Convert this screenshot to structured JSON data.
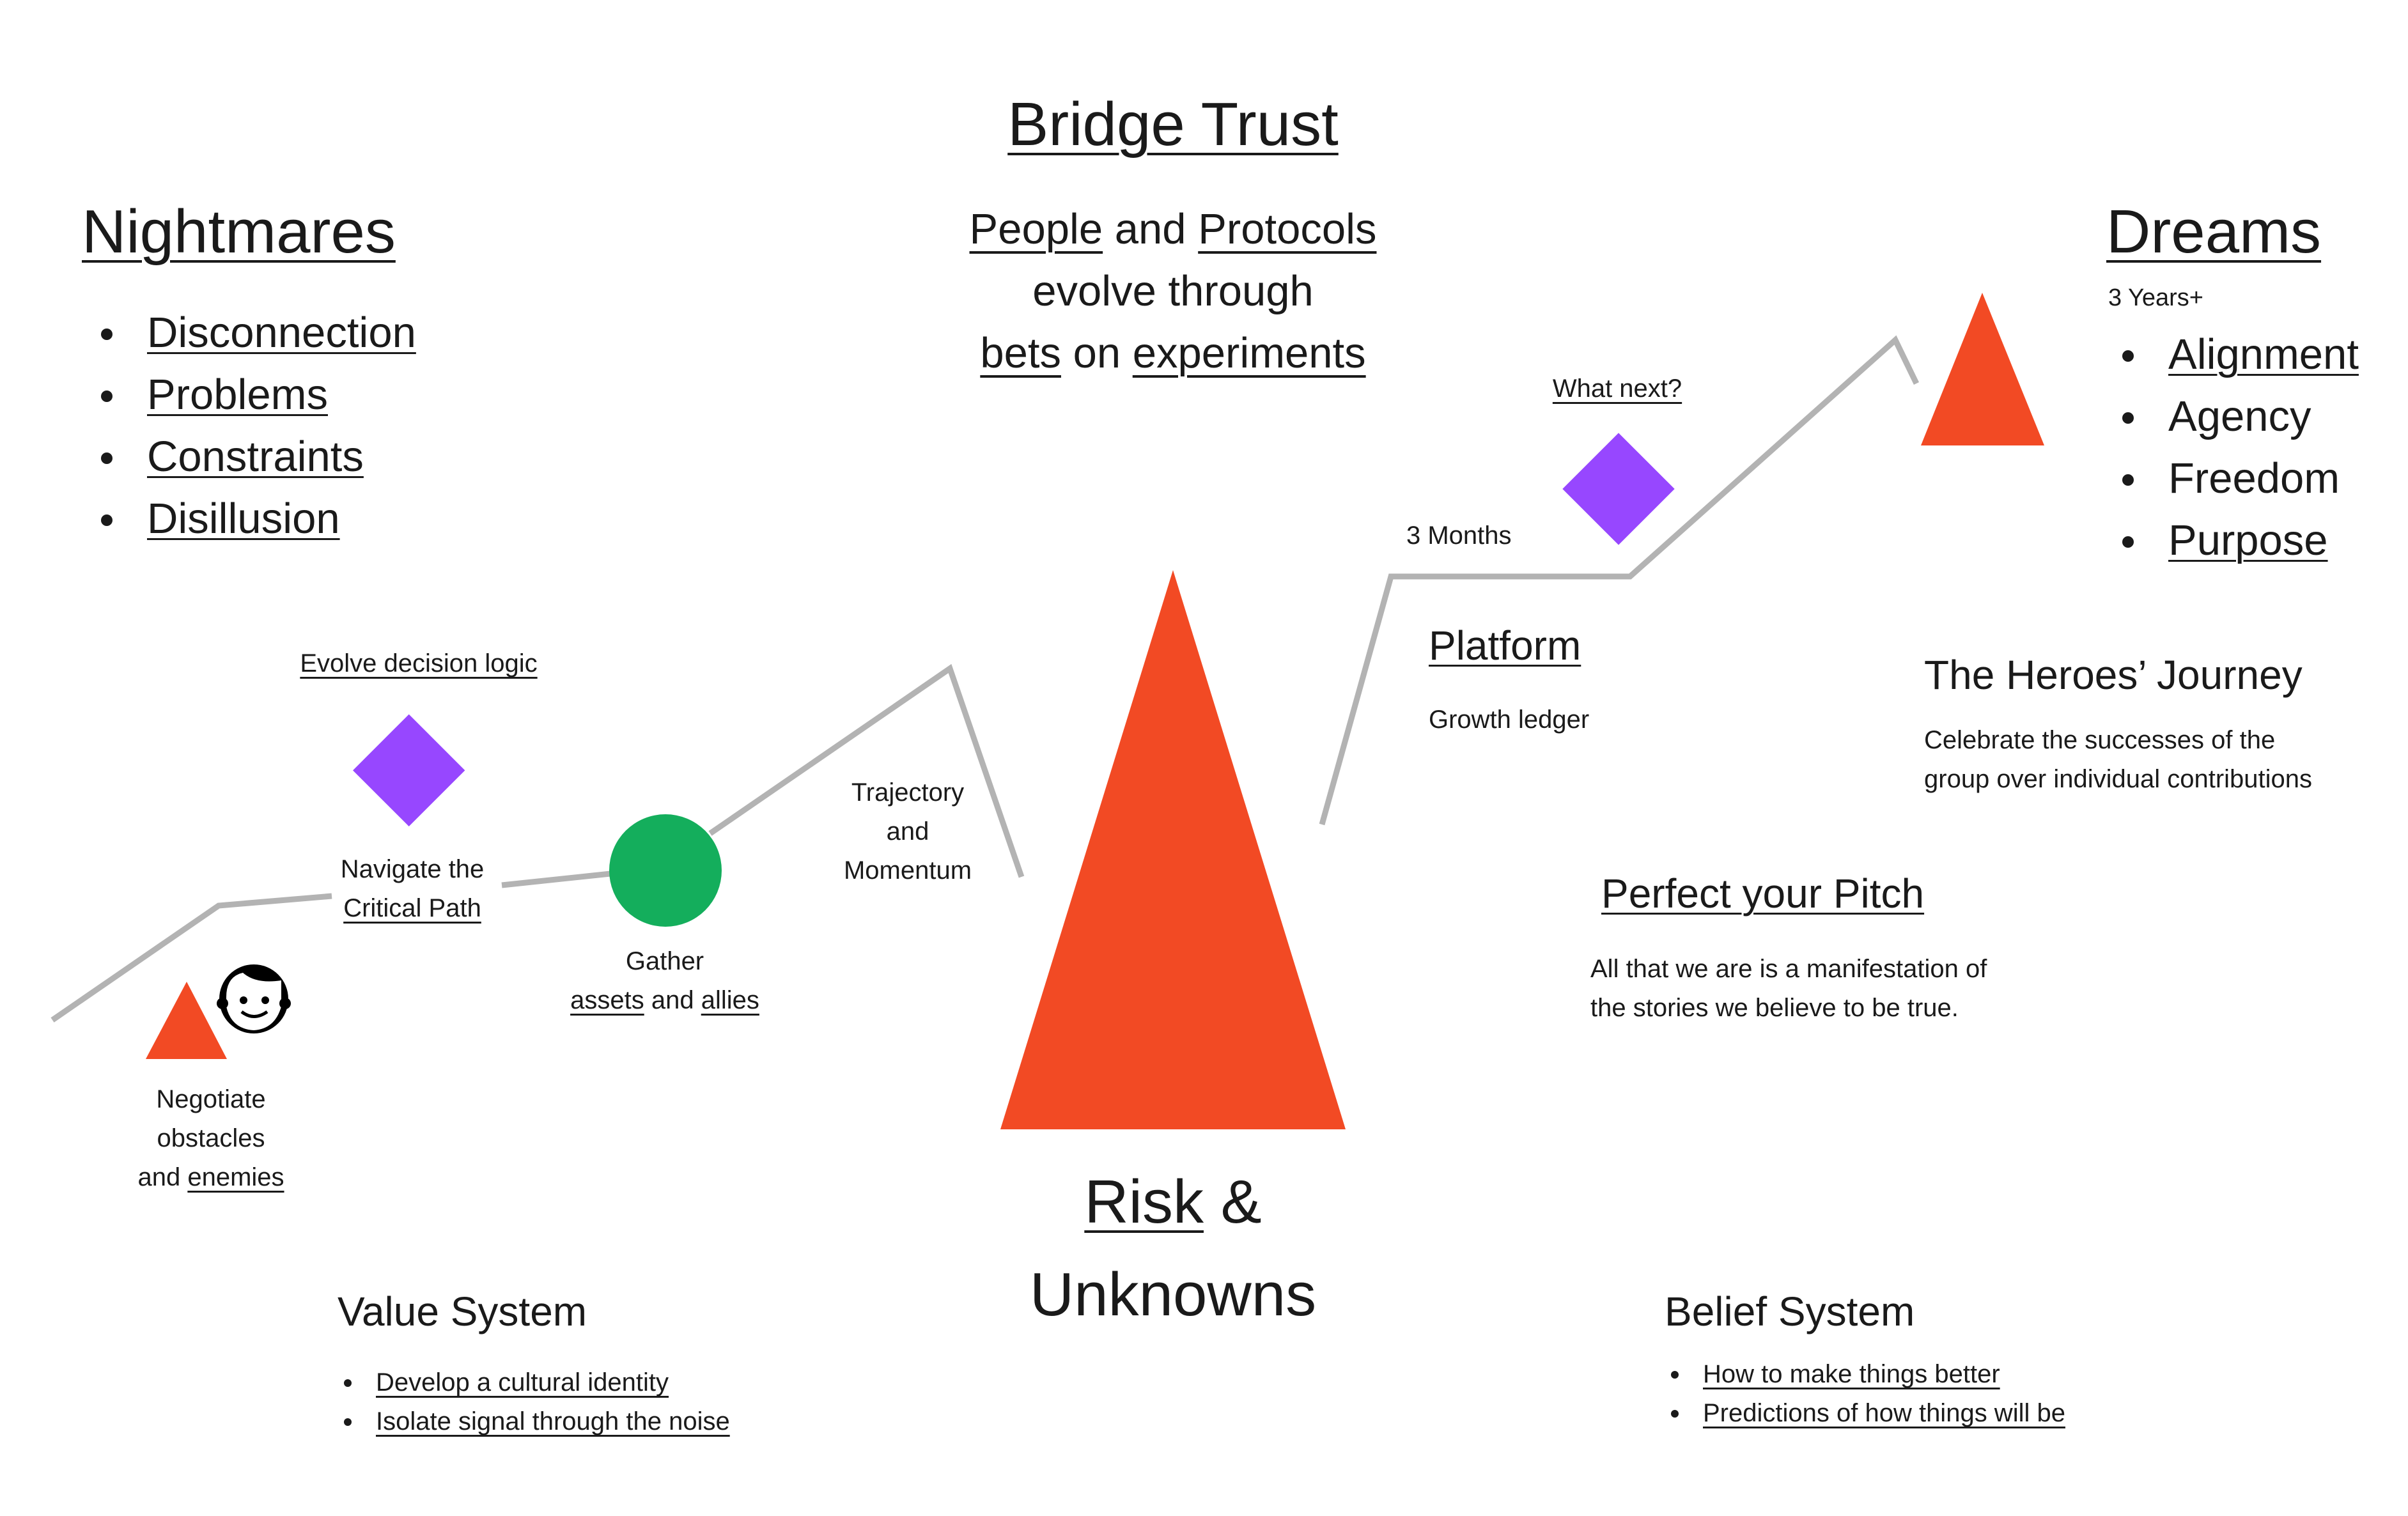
{
  "title": "Bridge Trust",
  "subtitle": {
    "people": "People",
    "and": "and",
    "protocols": "Protocols",
    "evolve": "evolve through",
    "bets": "bets",
    "on": "on",
    "experiments": "experiments"
  },
  "nightmares": {
    "heading": "Nightmares",
    "items": [
      "Disconnection",
      "Problems",
      "Constraints",
      "Disillusion"
    ]
  },
  "dreams": {
    "heading": "Dreams",
    "horizon": "3 Years+",
    "items": [
      "Alignment",
      "Agency",
      "Freedom",
      "Purpose"
    ]
  },
  "path_labels": {
    "evolve_decision": "Evolve decision logic",
    "navigate": "Navigate the",
    "critical_path": "Critical Path",
    "gather": "Gather",
    "assets": "assets",
    "and": "and",
    "allies": "allies",
    "trajectory": "Trajectory",
    "traj_and": "and",
    "momentum": "Momentum",
    "negotiate": "Negotiate",
    "obstacles": "obstacles",
    "and_word": "and",
    "enemies": "enemies",
    "what_next": "What next?",
    "three_months": "3 Months"
  },
  "center": {
    "risk": "Risk",
    "amp": "&",
    "unknowns": "Unknowns"
  },
  "platform": {
    "heading": "Platform",
    "sub": "Growth ledger"
  },
  "heroes": {
    "heading": "The Heroes’ Journey",
    "line1": "Celebrate the successes of the",
    "line2": "group over individual contributions"
  },
  "pitch": {
    "heading": "Perfect your Pitch",
    "line1": "All that we are is a manifestation of",
    "line2": "the stories we believe to be true."
  },
  "value_system": {
    "heading": "Value System",
    "items": [
      "Develop a cultural identity",
      "Isolate signal through the noise"
    ]
  },
  "belief_system": {
    "heading": "Belief System",
    "items": [
      "How to make things better",
      "Predictions of how things will be"
    ]
  },
  "colors": {
    "accent_red": "#F24A24",
    "accent_purple": "#9747FF",
    "accent_green": "#14AE5C",
    "path_gray": "#B3B3B3",
    "text": "#1a1a1a"
  },
  "icons": [
    "small-triangle-icon",
    "person-face-icon",
    "diamond-icon",
    "circle-icon",
    "large-triangle-icon"
  ]
}
